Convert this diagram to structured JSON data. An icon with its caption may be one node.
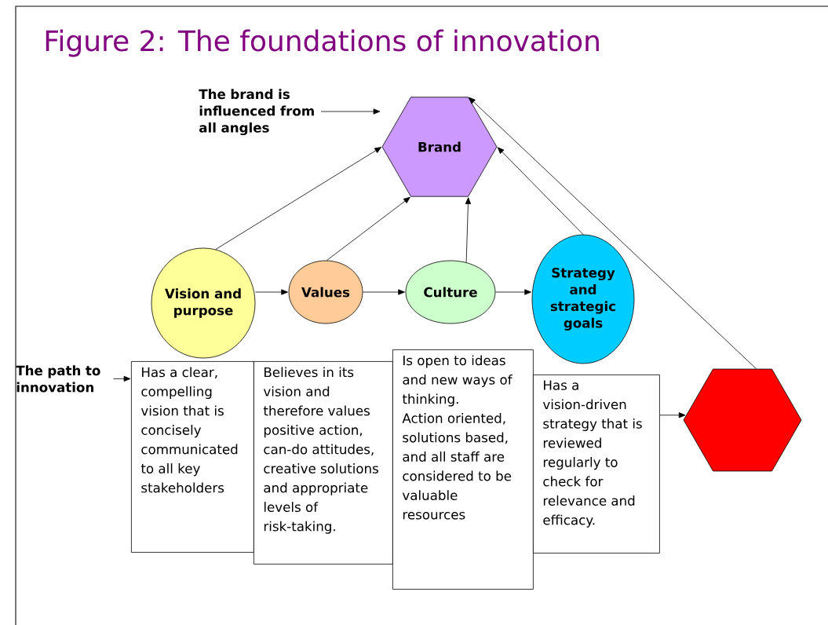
{
  "diagram": {
    "title": "Figure 2: The foundations of innovation",
    "nodes": [
      {
        "text": [
          "The brand is influenced from all angles"
        ]
      },
      {
        "text": [
          "Brand"
        ]
      },
      {
        "text": [
          "Vision and purpose"
        ]
      },
      {
        "text": [
          "Values"
        ]
      },
      {
        "text": [
          "Culture"
        ]
      },
      {
        "text": [
          "Strategy and strategic goals"
        ]
      },
      {
        "text": [
          "The path to innovation"
        ]
      },
      {
        "text": [
          "Has a clear, compelling vision that is concisely communicated to all key stakeholders"
        ]
      },
      {
        "text": [
          "Believes in its vision and therefore values positive action, can-do attitudes, creative solutions and appropriate levels of risk-taking."
        ]
      },
      {
        "text": [
          "Is open to ideas and new ways of thinking.",
          "Action oriented, solutions based, and all staff are considered to be valuable resources"
        ]
      },
      {
        "text": [
          "Has a vision-driven strategy that is reviewed regularly to check for relevance and efficacy."
        ]
      },
      {
        "text": [],
        "shape": "hexagon"
      }
    ],
    "edges": [
      {
        "from": 0,
        "to": null,
        "arrow": "to"
      },
      {
        "from": 2,
        "to": 1,
        "arrow": "to"
      },
      {
        "from": 3,
        "to": 1,
        "arrow": "to"
      },
      {
        "from": 4,
        "to": 1,
        "arrow": "to"
      },
      {
        "from": 5,
        "to": 1,
        "arrow": "to"
      },
      {
        "from": 11,
        "to": 1,
        "arrow": "to"
      },
      {
        "from": 2,
        "to": 3,
        "arrow": "to"
      },
      {
        "from": 3,
        "to": 4,
        "arrow": "to"
      },
      {
        "from": 4,
        "to": 5,
        "arrow": "to"
      },
      {
        "from": 6,
        "to": 7,
        "arrow": "to"
      },
      {
        "from": 10,
        "to": 11,
        "arrow": "to"
      }
    ]
  }
}
